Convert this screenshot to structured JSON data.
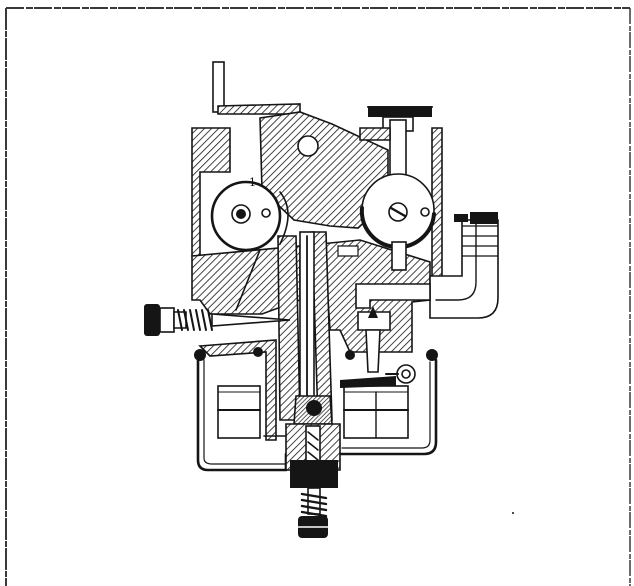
{
  "figure": {
    "callout_label": "1",
    "colors": {
      "ink": "#151515",
      "paper": "#ffffff",
      "frame": "#3a3a3a"
    },
    "parts": [
      "frame",
      "carburetor-body",
      "throttle-lever",
      "throttle-plate",
      "choke-shaft",
      "fuel-inlet-elbow",
      "idle-mixture-screw",
      "float-bowl",
      "float",
      "float-needle-valve",
      "main-nozzle",
      "main-jet-adjusting-screw"
    ]
  }
}
